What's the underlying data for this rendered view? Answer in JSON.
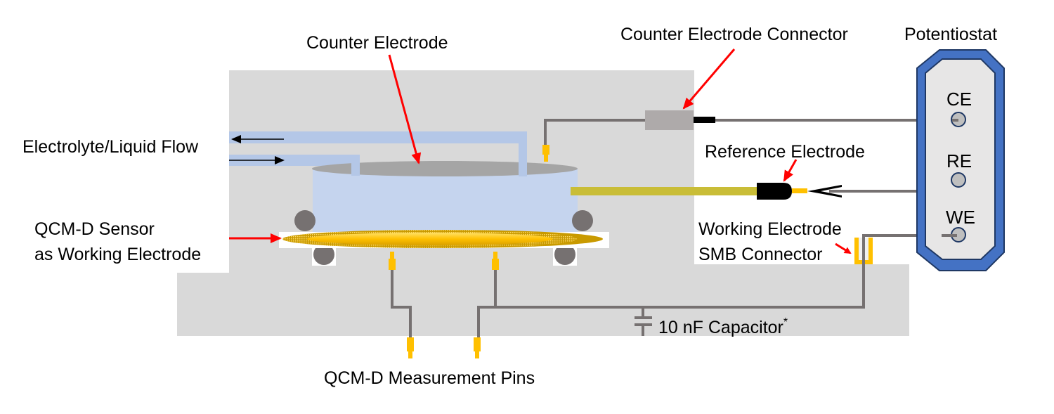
{
  "labels": {
    "counter_electrode": "Counter Electrode",
    "counter_electrode_connector": "Counter Electrode Connector",
    "potentiostat": "Potentiostat",
    "electrolyte_flow": "Electrolyte/Liquid Flow",
    "reference_electrode": "Reference Electrode",
    "qcmd_sensor_line1": "QCM-D Sensor",
    "qcmd_sensor_line2": "as Working Electrode",
    "we_smb_line1": "Working Electrode",
    "we_smb_line2": "SMB Connector",
    "capacitor": "10 nF Capacitor",
    "capacitor_footnote": "*",
    "measurement_pins": "QCM-D Measurement Pins"
  },
  "potentiostat_ports": [
    {
      "id": "ce",
      "label": "CE"
    },
    {
      "id": "re",
      "label": "RE"
    },
    {
      "id": "we",
      "label": "WE"
    }
  ],
  "colors": {
    "housing": "#d9d9d9",
    "liquid": "#c5d4ee",
    "liquid_channel": "#b4c7e7",
    "counter_disc": "#a5a5a5",
    "wire": "#767171",
    "pin": "#ffc000",
    "annotation_arrow": "#ff0000",
    "potentiostat_border": "#4472c4",
    "potentiostat_fill": "#e7e6e6",
    "reference_tube": "#c9bd37",
    "gold_sensor": "#ffc000"
  }
}
